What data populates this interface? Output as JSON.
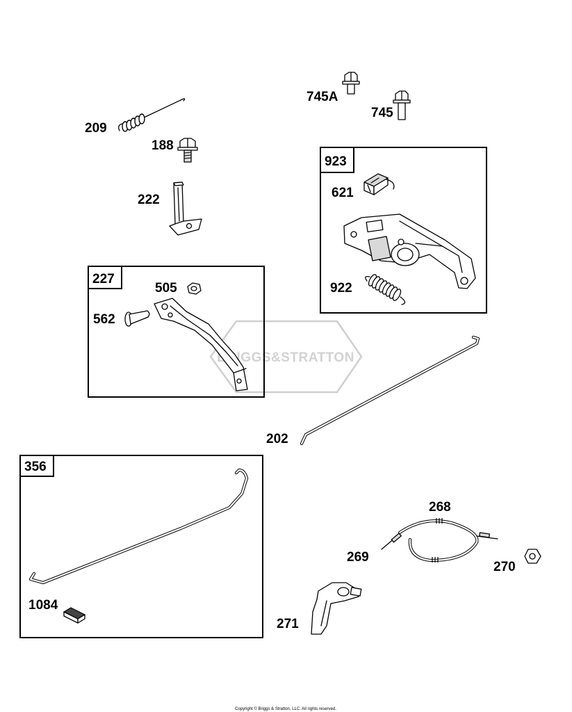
{
  "callouts": {
    "p209": "209",
    "p188": "188",
    "p222": "222",
    "p745a": "745A",
    "p745": "745",
    "p621": "621",
    "p922": "922",
    "p505": "505",
    "p562": "562",
    "p202": "202",
    "p268": "268",
    "p269": "269",
    "p270": "270",
    "p271": "271",
    "p1084": "1084"
  },
  "assemblies": {
    "a923": "923",
    "a227": "227",
    "a356": "356"
  },
  "watermark": {
    "brand": "BRIGGS&STRATTON"
  },
  "footer": {
    "copyright": "Copyright © Briggs & Stratton, LLC. All rights reserved."
  },
  "colors": {
    "ink": "#000000",
    "watermark": "#d2d2d2",
    "background": "#ffffff"
  }
}
